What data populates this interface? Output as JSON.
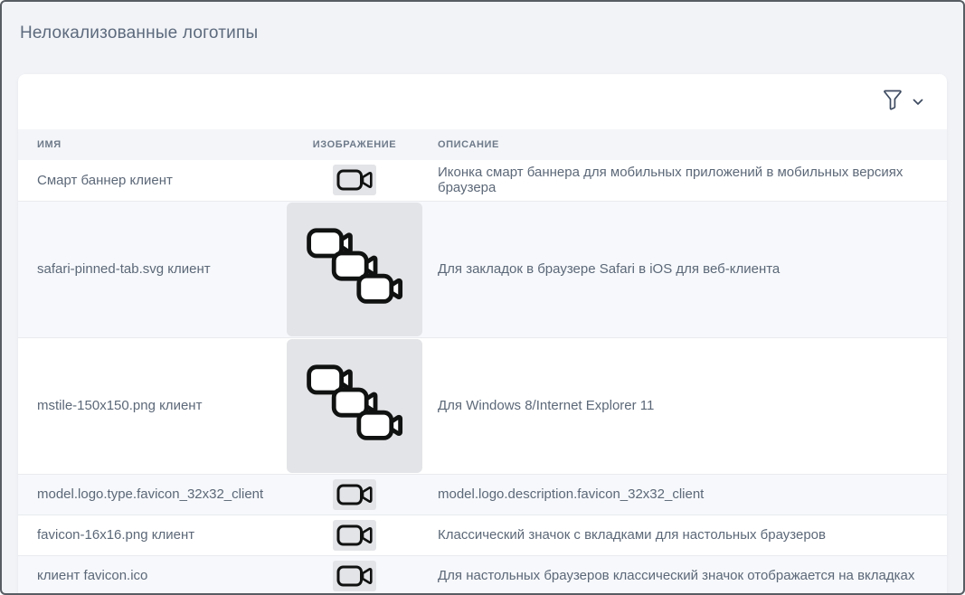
{
  "page": {
    "title": "Нелокализованные логотипы"
  },
  "toolbar": {
    "filter_icon": "filter-funnel-icon",
    "expand_icon": "chevron-down-icon"
  },
  "table": {
    "columns": [
      {
        "key": "name",
        "label": "ИМЯ"
      },
      {
        "key": "image",
        "label": "ИЗОБРАЖЕНИЕ"
      },
      {
        "key": "description",
        "label": "ОПИСАНИЕ"
      }
    ],
    "rows": [
      {
        "name": "Смарт баннер клиент",
        "image_icon": "video-camera-icon",
        "image_size": "small",
        "description": "Иконка смарт баннера для мобильных приложений в мобильных версиях браузера"
      },
      {
        "name": "safari-pinned-tab.svg клиент",
        "image_icon": "video-camera-stack-icon",
        "image_size": "large",
        "description": "Для закладок в браузере Safari в iOS для веб-клиента"
      },
      {
        "name": "mstile-150x150.png клиент",
        "image_icon": "video-camera-stack-icon",
        "image_size": "large",
        "description": "Для Windows 8/Internet Explorer 11"
      },
      {
        "name": "model.logo.type.favicon_32x32_client",
        "image_icon": "video-camera-icon",
        "image_size": "small",
        "description": "model.logo.description.favicon_32x32_client"
      },
      {
        "name": "favicon-16x16.png клиент",
        "image_icon": "video-camera-icon",
        "image_size": "small",
        "description": "Классический значок с вкладками для настольных браузеров"
      },
      {
        "name": "клиент favicon.ico",
        "image_icon": "video-camera-icon",
        "image_size": "small",
        "description": "Для настольных браузеров классический значок отображается на вкладках"
      }
    ]
  },
  "colors": {
    "page_background": "#f1f3f7",
    "card_background": "#ffffff",
    "table_header_background": "#f3f5f8",
    "zebra_row_background": "#f6f8fb",
    "row_separator": "#e9ebef",
    "icon_box_background": "#e3e4e7",
    "icon_stroke": "#101111",
    "text_primary": "#5c6878",
    "text_header": "#6e7a8a",
    "title_color": "#5d6a7d",
    "filter_icon_color": "#3d4a60",
    "window_border": "#585c63"
  }
}
